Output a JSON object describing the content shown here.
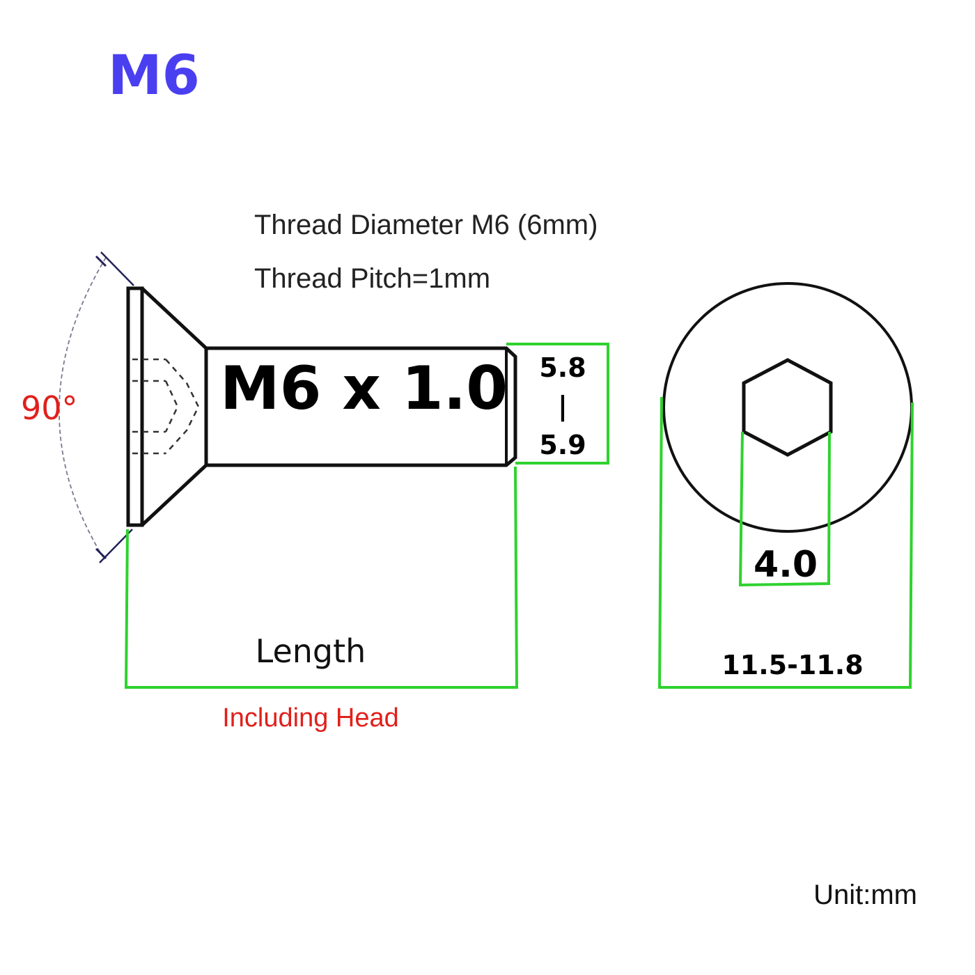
{
  "title": "M6",
  "specs": {
    "thread_diameter": "Thread Diameter M6 (6mm)",
    "thread_pitch": "Thread Pitch=1mm"
  },
  "side_view": {
    "designation": "M6 x 1.0",
    "angle_label": "90°",
    "thread_dim_top": "5.8",
    "thread_dim_sep": "|",
    "thread_dim_bottom": "5.9",
    "length_label": "Length",
    "length_note": "Including Head"
  },
  "top_view": {
    "hex_size": "4.0",
    "head_diameter": "11.5-11.8"
  },
  "unit": "Unit:mm",
  "colors": {
    "title": "#4a3ff0",
    "accent_red": "#e0201c",
    "dimension_green": "#2fd22f",
    "outline": "#111111"
  }
}
